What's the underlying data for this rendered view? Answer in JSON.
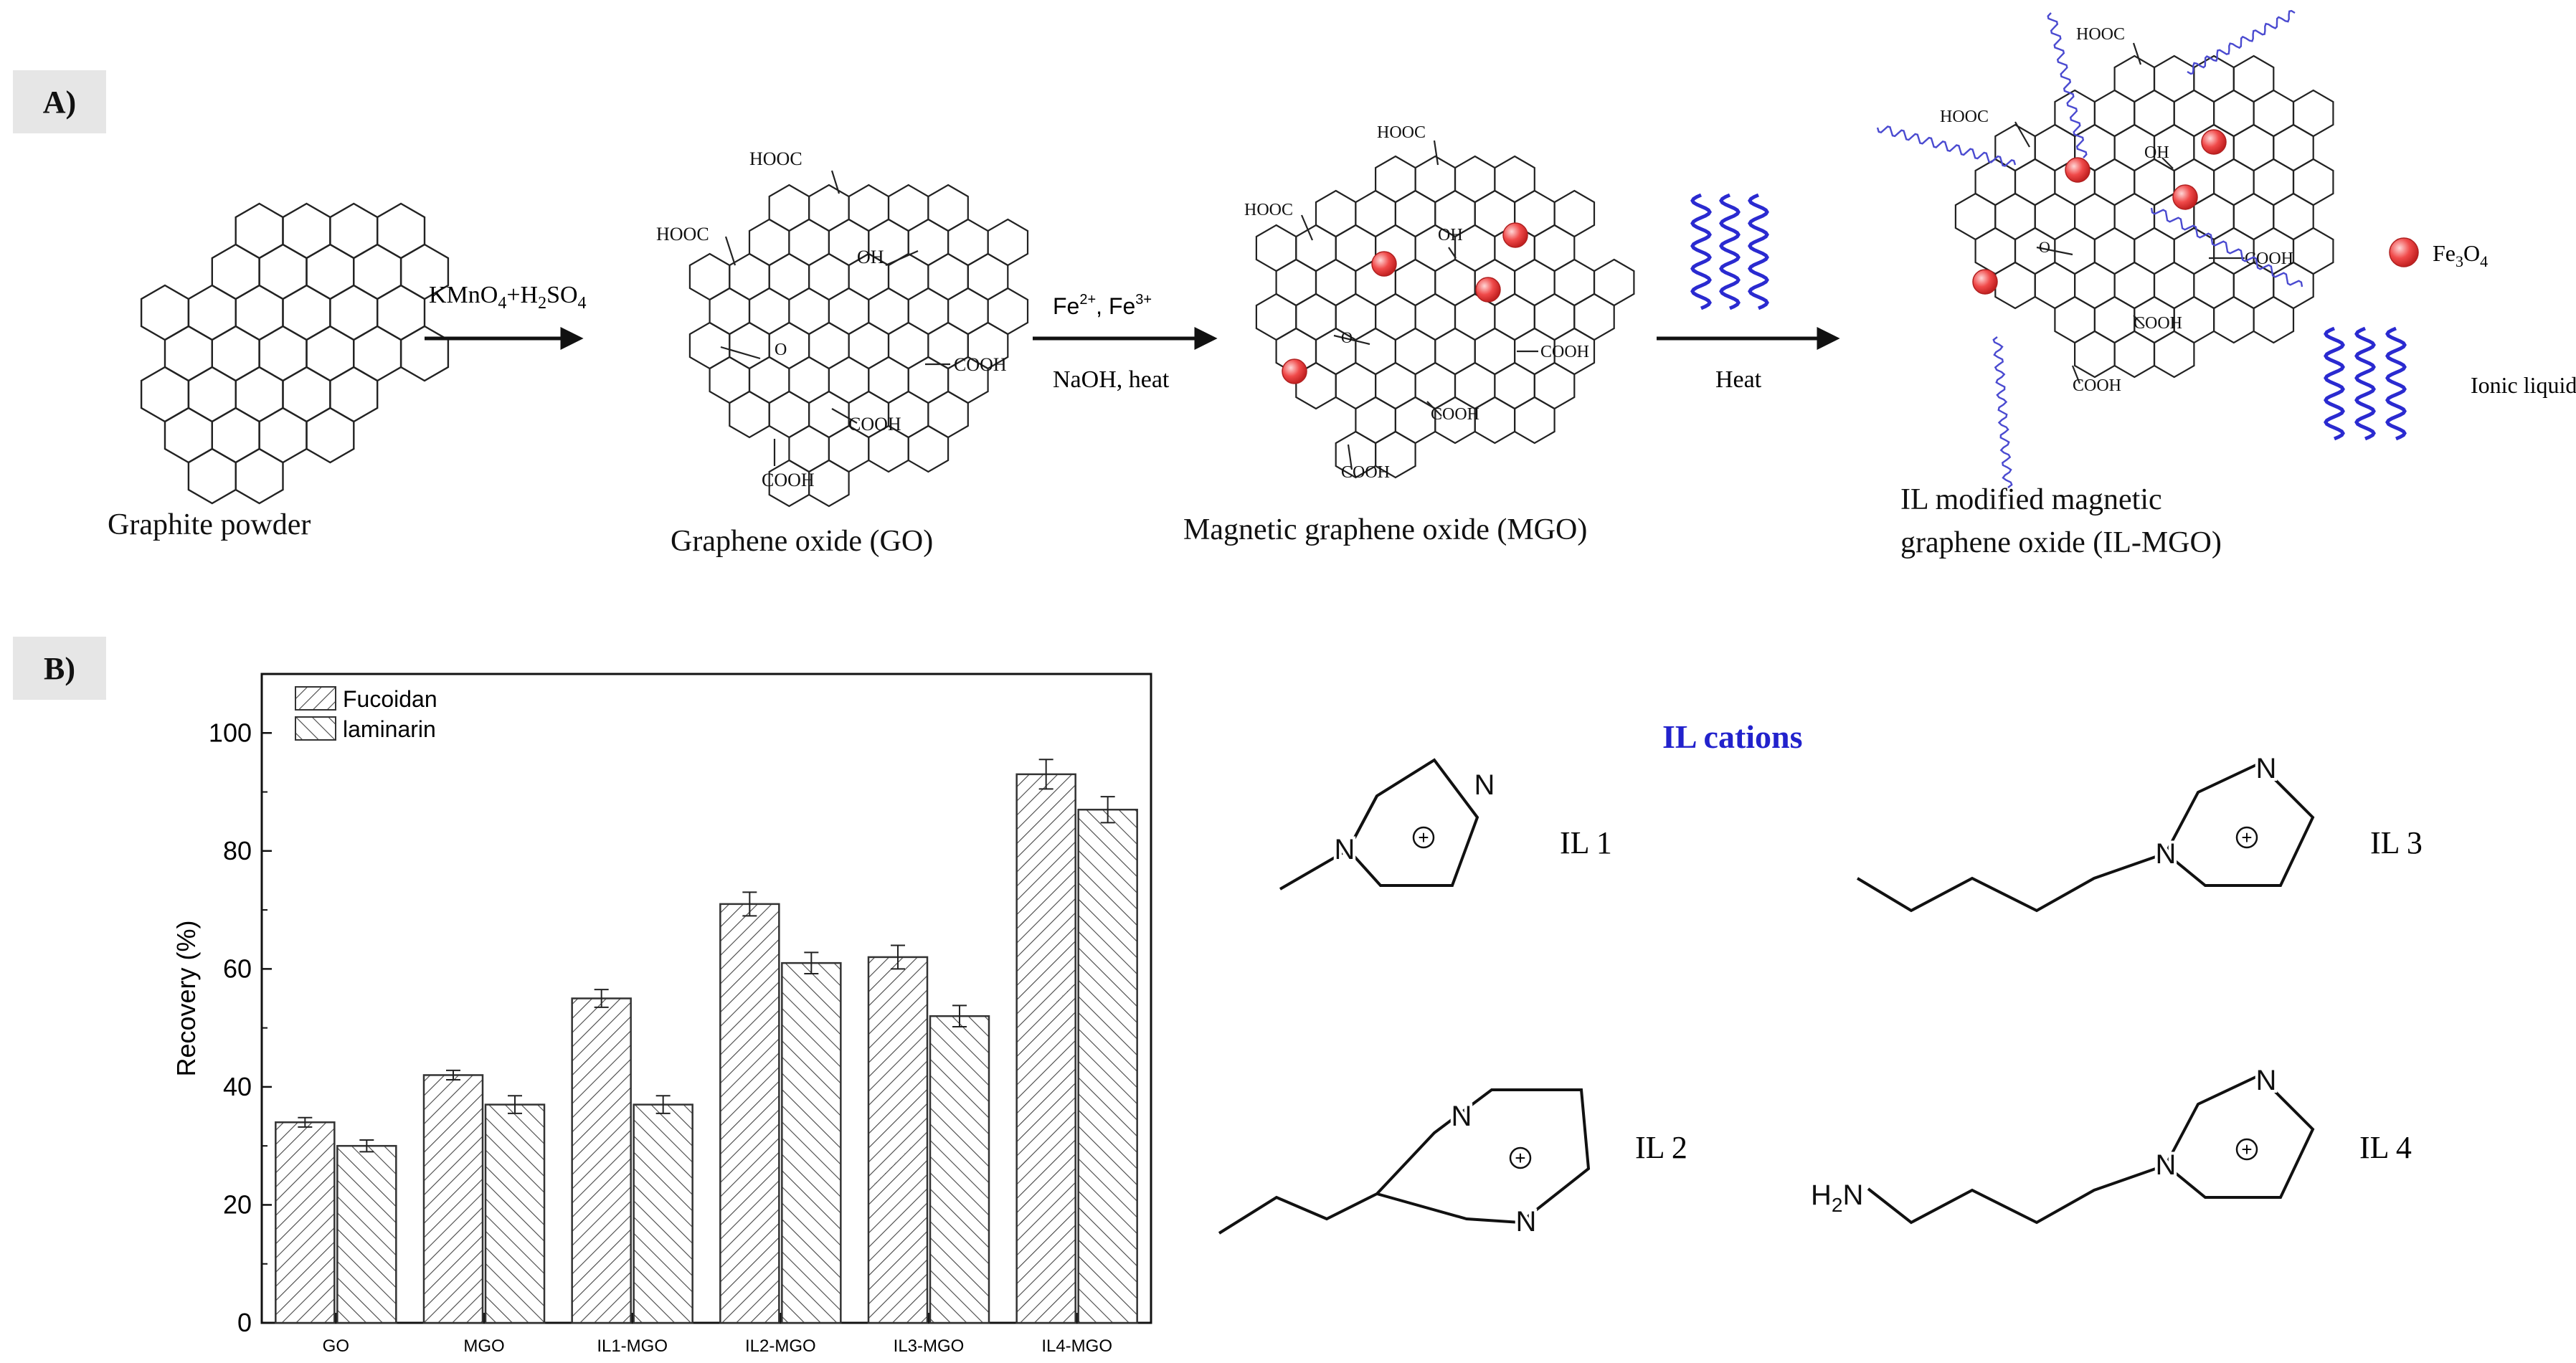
{
  "panels": {
    "a": "A)",
    "b": "B)"
  },
  "scheme": {
    "graphite_label": "Graphite powder",
    "go_label": "Graphene oxide (GO)",
    "mgo_label": "Magnetic graphene oxide (MGO)",
    "ilmgo_label_line1": "IL modified magnetic",
    "ilmgo_label_line2": "graphene oxide (IL-MGO)",
    "arrow1": {
      "top": "KMnO",
      "top_sub1": "4",
      "top_plus": "+H",
      "top_sub2": "2",
      "top_so": "SO",
      "top_sub3": "4"
    },
    "arrow2": {
      "top": "Fe",
      "top_sup1": "2+",
      "top_sep": ", Fe",
      "top_sup2": "3+",
      "bottom": "NaOH, heat"
    },
    "arrow3": {
      "bottom": "Heat"
    },
    "groups": {
      "hooc": "HOOC",
      "cooh": "COOH",
      "oh": "OH",
      "o": "O"
    },
    "legend": {
      "fe3o4": "Fe",
      "fe3o4_sub": "3",
      "fe3o4_o": "O",
      "fe3o4_sub2": "4",
      "ionic_liquid": "Ionic liquid"
    },
    "colors": {
      "il_chain": "#3a3acc",
      "ball": "#e83b3b",
      "title_blue": "#2222cc"
    }
  },
  "il_cations": {
    "title": "IL cations",
    "il1": "IL 1",
    "il2": "IL 2",
    "il3": "IL 3",
    "il4": "IL 4",
    "n": "N",
    "h2n": "H",
    "h2n_sub": "2",
    "h2n_n": "N",
    "plus": "+"
  },
  "chart_data": {
    "type": "bar",
    "categories": [
      "GO",
      "MGO",
      "IL1-MGO",
      "IL2-MGO",
      "IL3-MGO",
      "IL4-MGO"
    ],
    "series": [
      {
        "name": "Fucoidan",
        "values": [
          34,
          42,
          55,
          71,
          62,
          93
        ],
        "errors": [
          0.8,
          0.8,
          1.5,
          2.0,
          2.0,
          2.5
        ]
      },
      {
        "name": "laminarin",
        "values": [
          30,
          37,
          37,
          61,
          52,
          87
        ],
        "errors": [
          1.0,
          1.5,
          1.5,
          1.8,
          1.8,
          2.2
        ]
      }
    ],
    "ylabel": "Recovery (%)",
    "xlabel": "",
    "ylim": [
      0,
      110
    ],
    "yticks": [
      0,
      20,
      40,
      60,
      80,
      100
    ],
    "legend_position": "top-left",
    "grid": false
  }
}
